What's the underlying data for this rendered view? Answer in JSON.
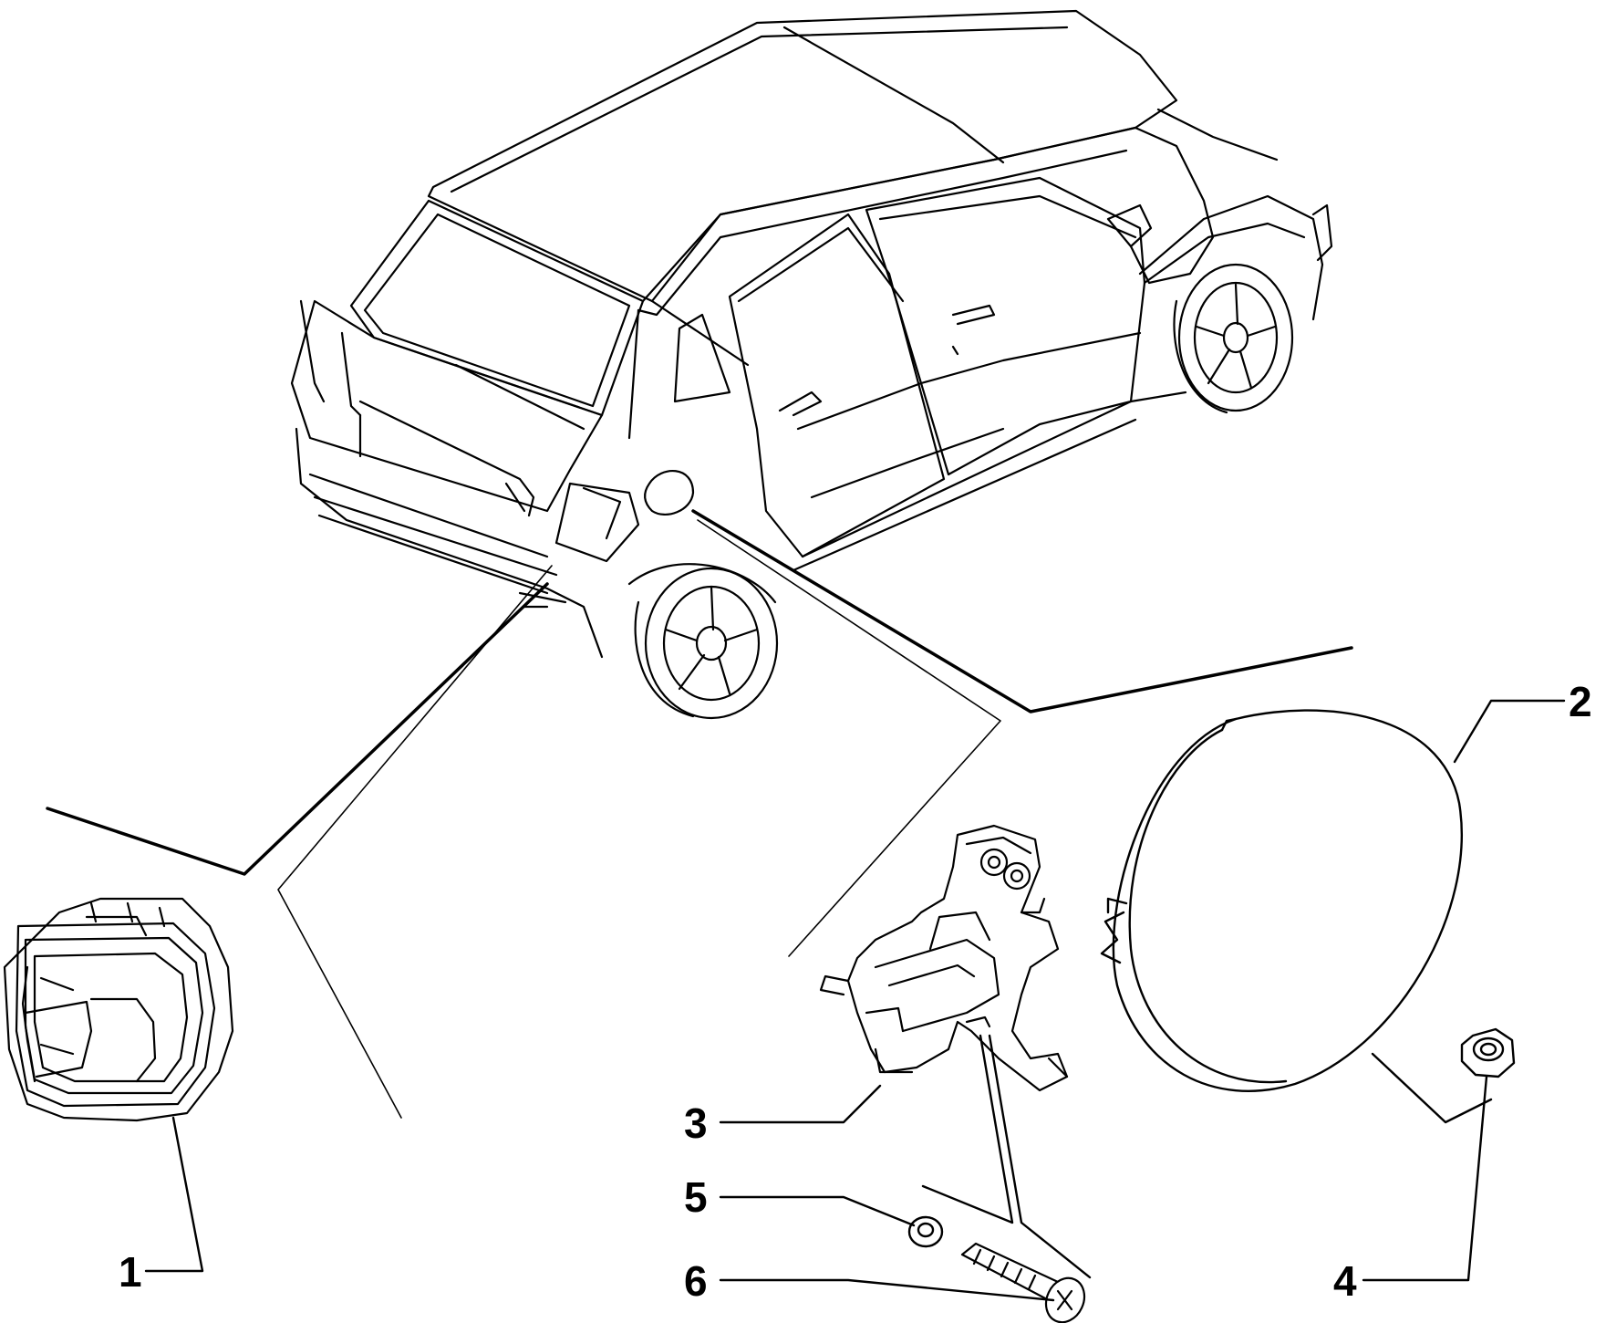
{
  "diagram": {
    "line_color": "#000000",
    "background": "#ffffff",
    "callouts": [
      {
        "id": "1",
        "label": "1",
        "part": "fuel-filler-housing"
      },
      {
        "id": "2",
        "label": "2",
        "part": "fuel-flap-door"
      },
      {
        "id": "3",
        "label": "3",
        "part": "flap-hinge-actuator"
      },
      {
        "id": "4",
        "label": "4",
        "part": "nut"
      },
      {
        "id": "5",
        "label": "5",
        "part": "washer"
      },
      {
        "id": "6",
        "label": "6",
        "part": "screw"
      }
    ]
  }
}
